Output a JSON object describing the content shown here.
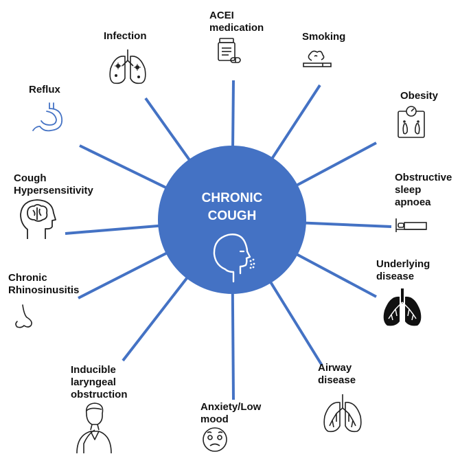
{
  "hub": {
    "title": "CHRONIC\nCOUGH",
    "color": "#4472C4"
  },
  "spoke_color": "#4472C4",
  "factors": [
    {
      "id": "acei",
      "label": "ACEI\nmedication",
      "icon": "pill-bottle-icon"
    },
    {
      "id": "smoking",
      "label": "Smoking",
      "icon": "cigarette-icon"
    },
    {
      "id": "obesity",
      "label": "Obesity",
      "icon": "scale-icon"
    },
    {
      "id": "osa",
      "label": "Obstructive\nsleep\napnoea",
      "icon": "bed-icon"
    },
    {
      "id": "underlying",
      "label": "Underlying\ndisease",
      "icon": "diseased-lungs-icon"
    },
    {
      "id": "airway",
      "label": "Airway\ndisease",
      "icon": "lungs-icon"
    },
    {
      "id": "anxiety",
      "label": "Anxiety/Low\nmood",
      "icon": "worried-face-icon"
    },
    {
      "id": "ilo",
      "label": "Inducible\nlaryngeal\nobstruction",
      "icon": "person-throat-icon"
    },
    {
      "id": "crs",
      "label": "Chronic\nRhinosinusitis",
      "icon": "nose-icon"
    },
    {
      "id": "hypersensitivity",
      "label": "Cough\nHypersensitivity",
      "icon": "brain-head-icon"
    },
    {
      "id": "reflux",
      "label": "Reflux",
      "icon": "stomach-icon"
    },
    {
      "id": "infection",
      "label": "Infection",
      "icon": "infected-lungs-icon"
    }
  ]
}
